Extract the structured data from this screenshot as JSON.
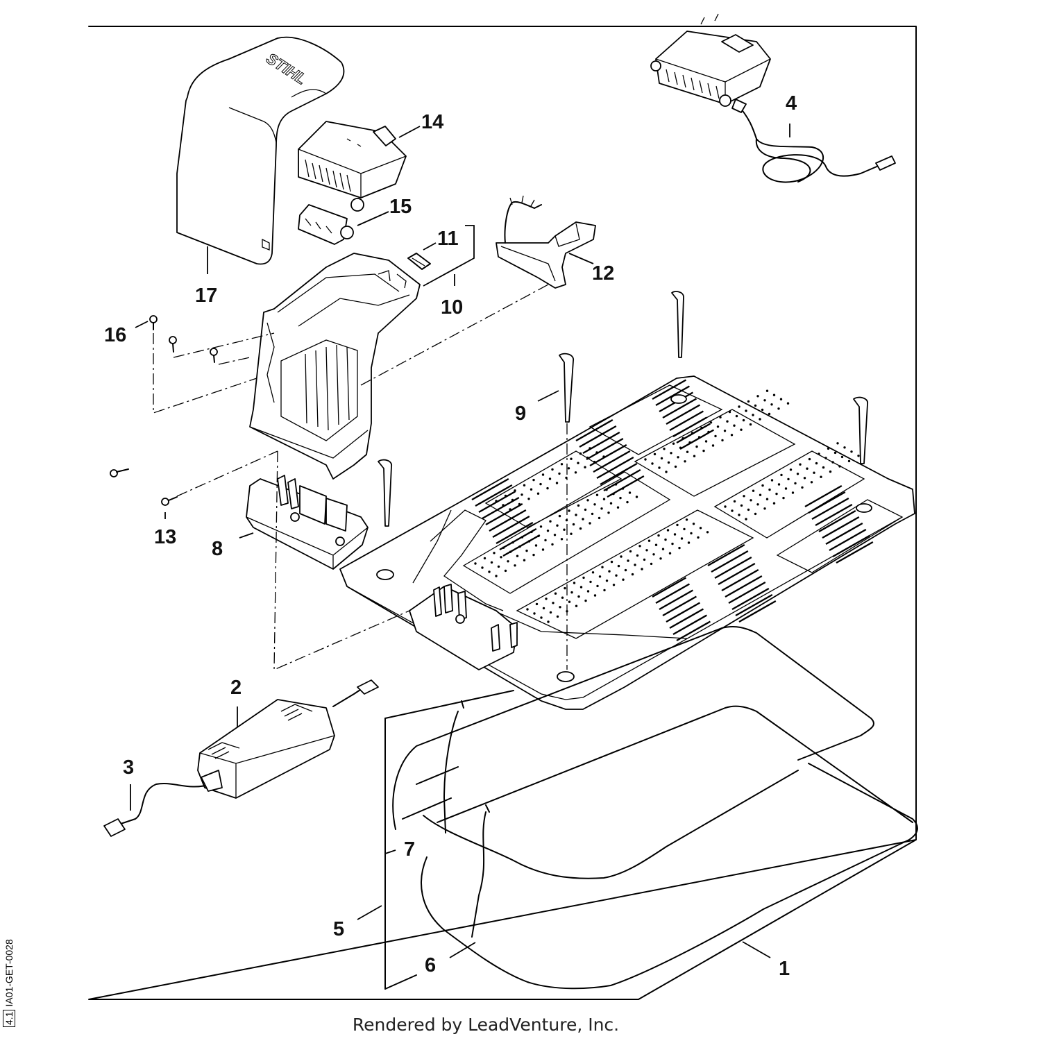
{
  "callouts": [
    "1",
    "2",
    "3",
    "4",
    "5",
    "6",
    "7",
    "8",
    "9",
    "10",
    "11",
    "12",
    "13",
    "14",
    "15",
    "16",
    "17"
  ],
  "brand_text": "STIHL",
  "footer_text": "Rendered by LeadVenture, Inc.",
  "doc_code": "IA01-GET-0028",
  "doc_code_box": "4.1"
}
